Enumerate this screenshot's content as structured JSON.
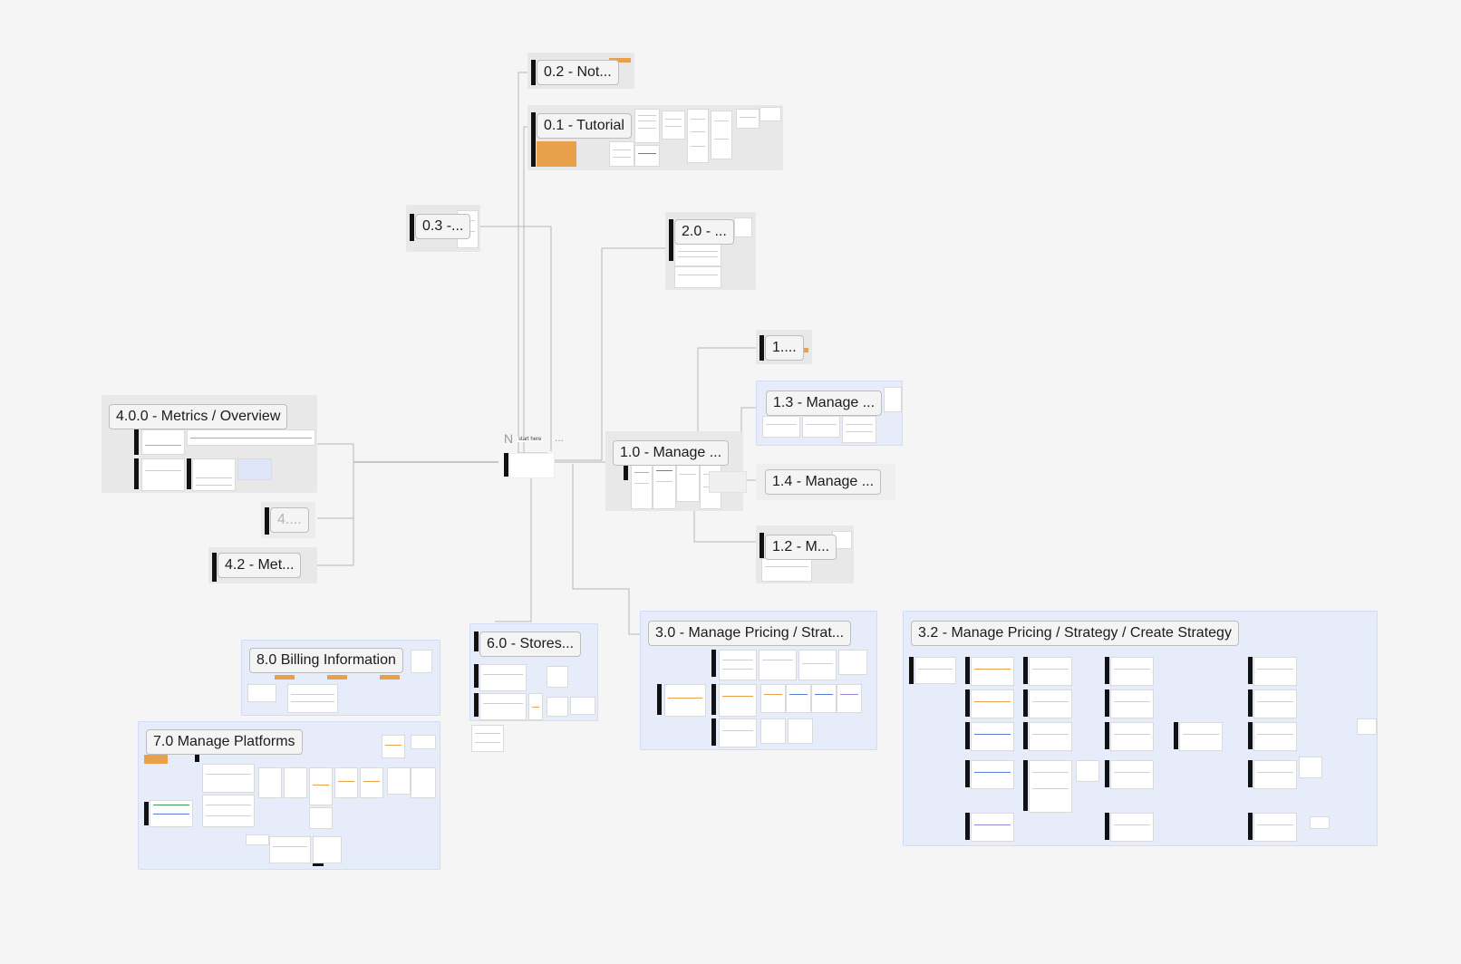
{
  "canvas": {
    "start_label": "N",
    "start_badge": "start here",
    "start_trail": "..."
  },
  "sections": {
    "s02": "0.2 - Not...",
    "s01": "0.1 - Tutorial",
    "s03": "0.3 -...",
    "s20": "2.0 - ...",
    "s1x": "1....",
    "s13": "1.3 - Manage ...",
    "s10": "1.0 - Manage ...",
    "s14": "1.4 - Manage ...",
    "s12": "1.2 - M...",
    "s400": "4.0.0 - Metrics / Overview",
    "s4x": "4....",
    "s42": "4.2 - Met...",
    "s60": "6.0 - Stores...",
    "s30": "3.0 - Manage Pricing / Strat...",
    "s32": "3.2 - Manage Pricing / Strategy / Create Strategy",
    "s80": "8.0 Billing Information",
    "s70": "7.0 Manage Platforms"
  },
  "colors": {
    "canvas_bg": "#f5f5f5",
    "section_gray": "#e8e8e8",
    "section_blue": "#e7ecfb",
    "accent_orange": "#e9a04a",
    "accent_blue": "#5b7fd6",
    "accent_purple": "#9a86d8",
    "accent_green": "#3f9a54"
  }
}
